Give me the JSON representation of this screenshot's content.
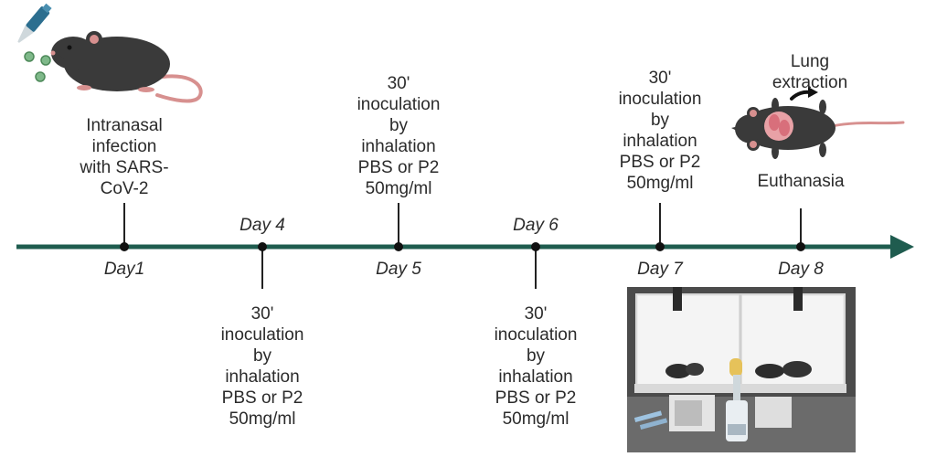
{
  "timeline": {
    "axis_color": "#1f5c4f",
    "events": [
      {
        "day": "Day1",
        "text": "Intranasal\ninfection\nwith SARS-\nCoV-2"
      },
      {
        "day": "Day 4",
        "text": "30'\ninoculation\nby\ninhalation\nPBS or P2\n50mg/ml"
      },
      {
        "day": "Day 5",
        "text": "30'\ninoculation\nby\ninhalation\nPBS or P2\n50mg/ml"
      },
      {
        "day": "Day 6",
        "text": "30'\ninoculation\nby\ninhalation\nPBS or P2\n50mg/ml"
      },
      {
        "day": "Day 7",
        "text": "30'\ninoculation\nby\ninhalation\nPBS or P2\n50mg/ml"
      },
      {
        "day": "Day 8",
        "text": "Euthanasia"
      }
    ]
  },
  "annotations": {
    "lung_extraction": "Lung\nextraction"
  },
  "icons": {
    "mouse_infection": "mouse-with-pipette-icon",
    "mouse_dissected": "dissected-mouse-icon",
    "photo": "inhalation-chamber-photo"
  }
}
